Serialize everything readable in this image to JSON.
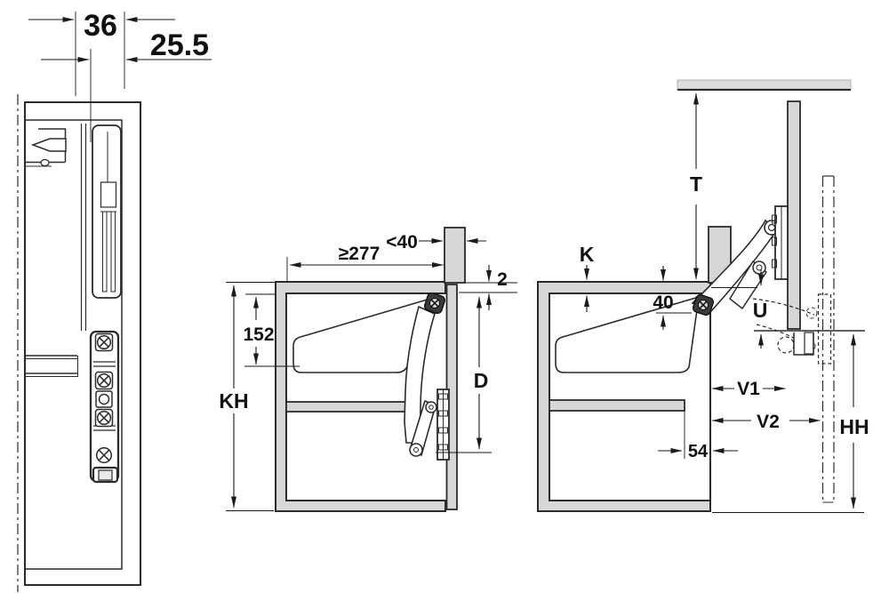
{
  "colors": {
    "line": "#2b2b2b",
    "panel_fill": "#d7d7d7",
    "ceiling_fill": "#dcdcdc",
    "text": "#101010",
    "background": "#ffffff"
  },
  "front_view": {
    "width_36": "36",
    "width_25_5": "25.5"
  },
  "closed_view": {
    "reveal_max": "<40",
    "inner_depth_min": "≥277",
    "gap_top": "2",
    "mech_height": "152",
    "cabinet_height": "KH",
    "door_dim": "D"
  },
  "open_view": {
    "top_clearance": "T",
    "top_panel": "K",
    "pivot_offset": "40",
    "underlap": "U",
    "protrusion_1": "V1",
    "protrusion_2": "V2",
    "front_height": "HH",
    "shelf_setback": "54"
  }
}
